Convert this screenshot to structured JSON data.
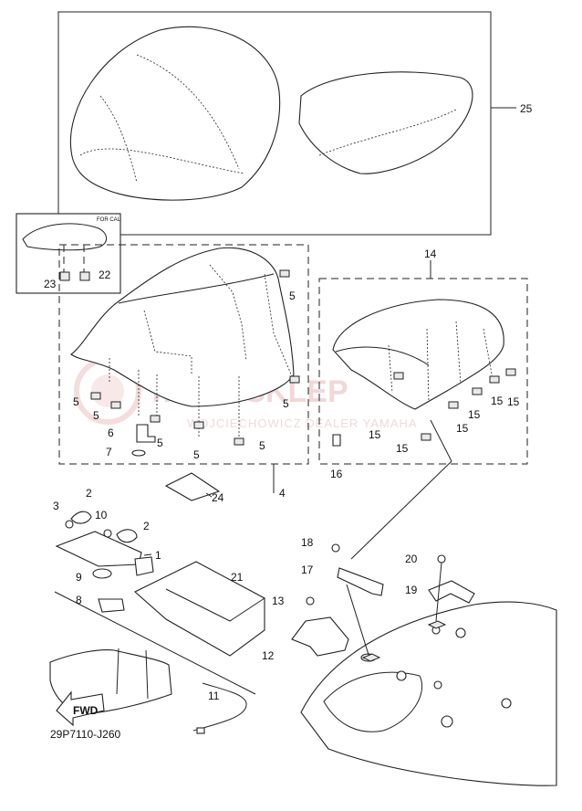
{
  "diagram": {
    "code": "29P7110-J260",
    "inset_note": "FOR CAL",
    "watermark": {
      "main": "YAMA-SKLEP",
      "sub": "WOJCIECHOWICZ DEALER YAMAHA"
    },
    "fwd_label": "FWD",
    "callouts": {
      "c1": "1",
      "c2a": "2",
      "c2b": "2",
      "c3": "3",
      "c4": "4",
      "c5a": "5",
      "c5b": "5",
      "c5c": "5",
      "c5d": "5",
      "c5e": "5",
      "c5f": "5",
      "c5g": "5",
      "c6": "6",
      "c7": "7",
      "c8": "8",
      "c9": "9",
      "c10": "10",
      "c11": "11",
      "c12": "12",
      "c13": "13",
      "c14": "14",
      "c15a": "15",
      "c15b": "15",
      "c15c": "15",
      "c15d": "15",
      "c15e": "15",
      "c15f": "15",
      "c16": "16",
      "c17": "17",
      "c18": "18",
      "c19": "19",
      "c20": "20",
      "c21": "21",
      "c22": "22",
      "c23": "23",
      "c24": "24",
      "c25": "25"
    }
  }
}
